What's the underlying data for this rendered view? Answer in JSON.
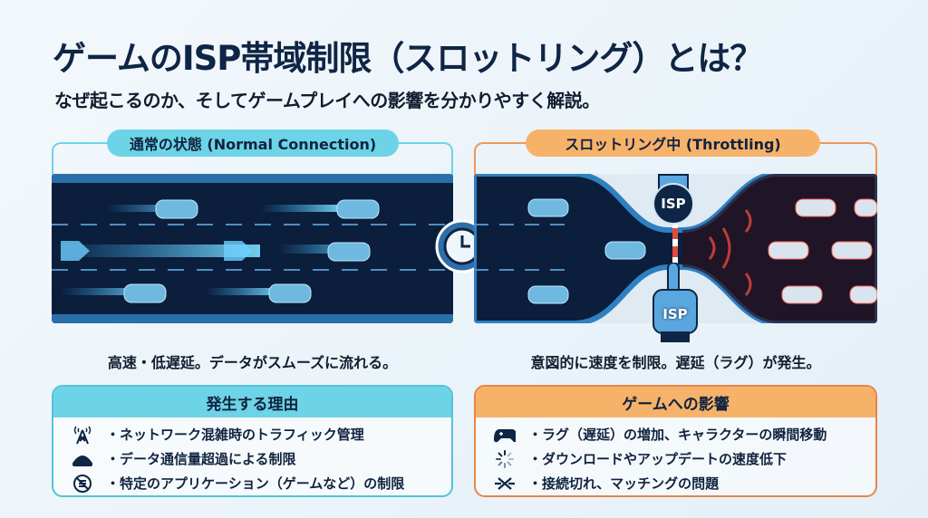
{
  "header": {
    "title": "ゲームのISP帯域制限（スロットリング）とは？",
    "subtitle": "なぜ起こるのか、そしてゲームプレイへの影響を分かりやすく解説。"
  },
  "normal": {
    "label": "通常の状態 (Normal Connection)",
    "caption": "高速・低遅延。データがスムーズに流れる。"
  },
  "throttled": {
    "label": "スロットリング中 (Throttling)",
    "caption": "意図的に速度を制限。遅延（ラグ）が発生。",
    "hand_top": "ISP",
    "hand_bottom": "ISP"
  },
  "reasons": {
    "title": "発生する理由",
    "items": [
      {
        "icon": "cell-tower-icon",
        "text": "・ネットワーク混雑時のトラフィック管理"
      },
      {
        "icon": "router-icon",
        "text": "・データ通信量超過による制限"
      },
      {
        "icon": "blocked-app-icon",
        "text": "・特定のアプリケーション（ゲームなど）の制限"
      }
    ]
  },
  "impact": {
    "title": "ゲームへの影響",
    "items": [
      {
        "icon": "gamepad-icon",
        "text": "・ラグ（遅延）の増加、キャラクターの瞬間移動"
      },
      {
        "icon": "loading-spinner-icon",
        "text": "・ダウンロードやアップデートの速度低下"
      },
      {
        "icon": "disconnect-icon",
        "text": "・接続切れ、マッチングの問題"
      }
    ]
  },
  "colors": {
    "navy": "#0f2545",
    "cyan": "#6dd3e6",
    "orange": "#f7b26a",
    "road": "#0b1e3c",
    "red": "#e24a3b"
  }
}
